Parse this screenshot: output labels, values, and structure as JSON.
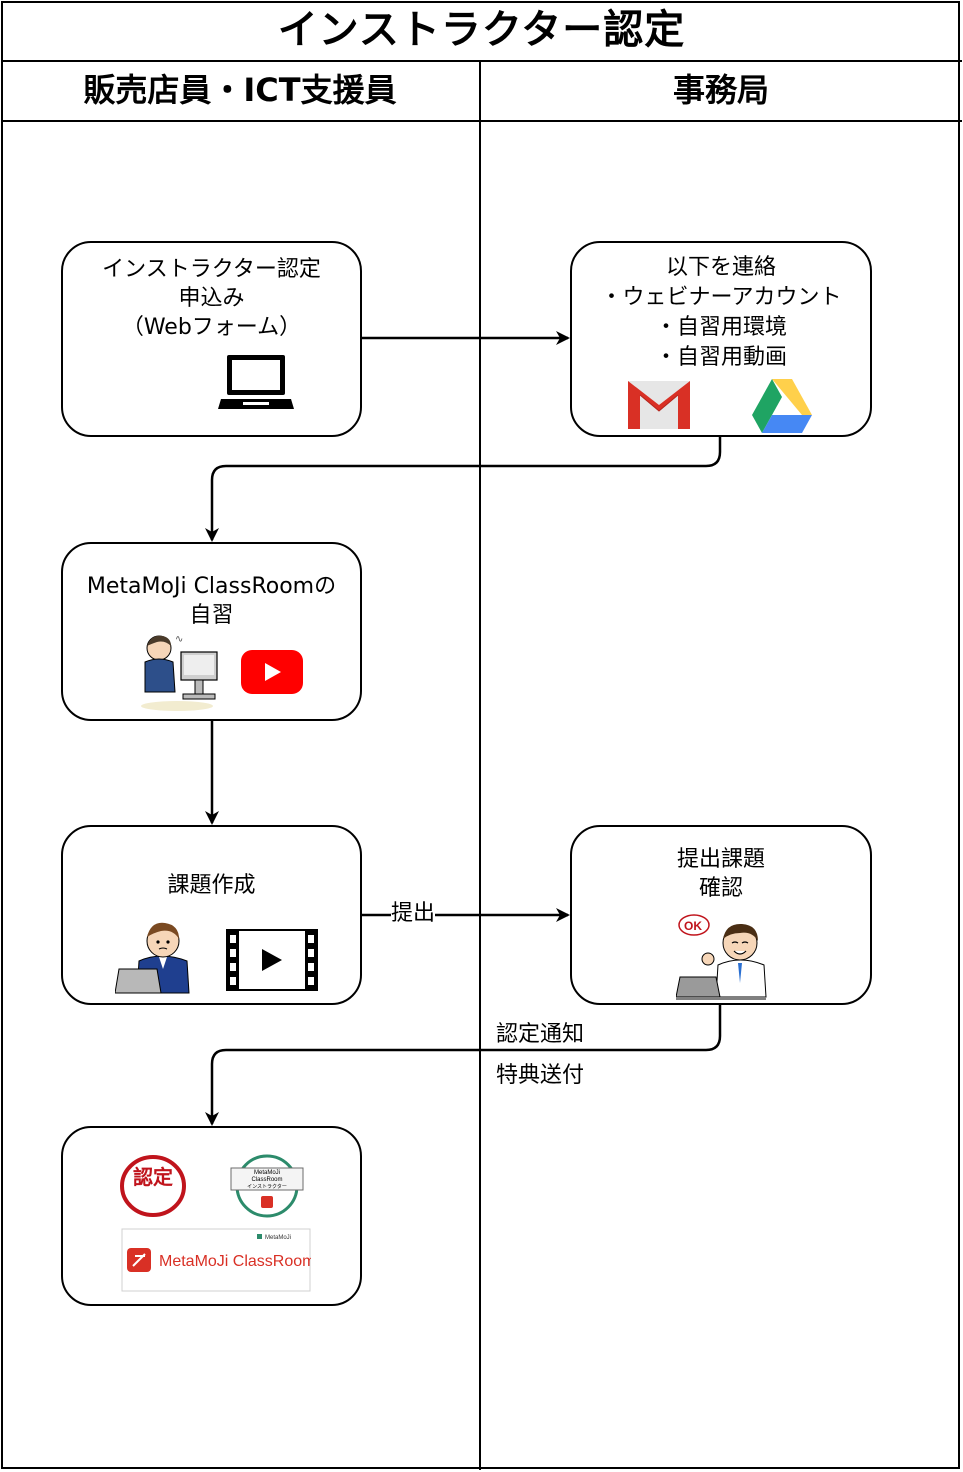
{
  "title": "インストラクター認定",
  "lanes": {
    "left": "販売店員・ICT支援員",
    "right": "事務局"
  },
  "nodes": {
    "apply": {
      "lines": "インストラクター認定\n申込み\n（Webフォーム）",
      "icon": "laptop-icon"
    },
    "contact": {
      "lines": "以下を連絡\n・ウェビナーアカウント\n・自習用環境\n・自習用動画",
      "icons": [
        "gmail-icon",
        "google-drive-icon"
      ]
    },
    "selfstudy": {
      "lines": "MetaMoJi ClassRoomの\n自習",
      "icons": [
        "person-at-computer-icon",
        "youtube-icon"
      ]
    },
    "assignment": {
      "lines": "課題作成",
      "icons": [
        "person-with-laptop-icon",
        "video-file-icon"
      ]
    },
    "review": {
      "lines": "提出課題\n確認",
      "icons": [
        "ok-person-icon"
      ]
    },
    "certified": {
      "icons": [
        "nintei-stamp-icon",
        "instructor-badge-icon",
        "classroom-logo-icon"
      ],
      "stamp_text": "認定",
      "badge_lines": [
        "MetaMoJi",
        "ClassRoom",
        "インストラクター"
      ],
      "logo_brand": "MetaMoJi",
      "logo_text": "MetaMoJi ClassRoom"
    }
  },
  "edges": {
    "submit_label": "提出",
    "notify_label_1": "認定通知",
    "notify_label_2": "特典送付"
  },
  "colors": {
    "line": "#000000",
    "gmail_red": "#d93025",
    "drive_green": "#1fa463",
    "drive_yellow": "#ffd04b",
    "drive_blue": "#4688f4",
    "youtube_red": "#ff0000",
    "stamp_red": "#c0141c"
  }
}
